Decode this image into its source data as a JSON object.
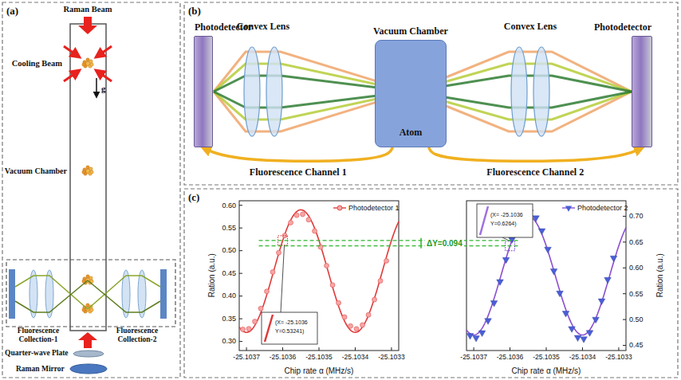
{
  "diagram": {
    "nodes": [
      {
        "text": [
          "Photodetector"
        ]
      },
      {
        "text": [
          "Convex Lens"
        ]
      },
      {
        "text": [
          "Vacuum Chamber",
          "Atom"
        ]
      },
      {
        "text": [
          "Convex Lens"
        ]
      },
      {
        "text": [
          "Photodetector"
        ]
      }
    ],
    "edges": [
      {
        "from": 2,
        "to": 0,
        "arrow": "to",
        "label": "Fluorescence Channel 1"
      },
      {
        "from": 2,
        "to": 4,
        "arrow": "to",
        "label": "Fluorescence Channel 2"
      }
    ],
    "labels": [
      "(a)",
      "Raman Beam",
      "Cooling Beam",
      "g",
      "Vacuum Chamber",
      "Fluorescence Collection-1",
      "Fluorescence Collection-2",
      "Quarter-wave Plate",
      "Raman Mirror",
      "(b)",
      "(c)",
      "0.30",
      "0.35",
      "0.40",
      "0.45",
      "0.50",
      "0.55",
      "0.60",
      "-25.1037",
      "-25.1036",
      "-25.1035",
      "-25.1034",
      "-25.1033",
      "Ration (a.u.)",
      "Chip rate α (MHz/s)",
      "(X= -25.1036",
      "Y=0.53241)",
      "ΔY=0.094",
      "0.45",
      "0.50",
      "0.55",
      "0.60",
      "0.65",
      "0.70",
      "-25.1037",
      "-25.1036",
      "-25.1035",
      "-25.1034",
      "-25.1033",
      "Ration (a.u.)",
      "Chip rate α (MHz/s)",
      "(X= -25.1036",
      "Y=0.6264)"
    ],
    "legend": [
      {
        "text": "Photodetector 1"
      },
      {
        "text": "Photodetector 2"
      }
    ]
  }
}
